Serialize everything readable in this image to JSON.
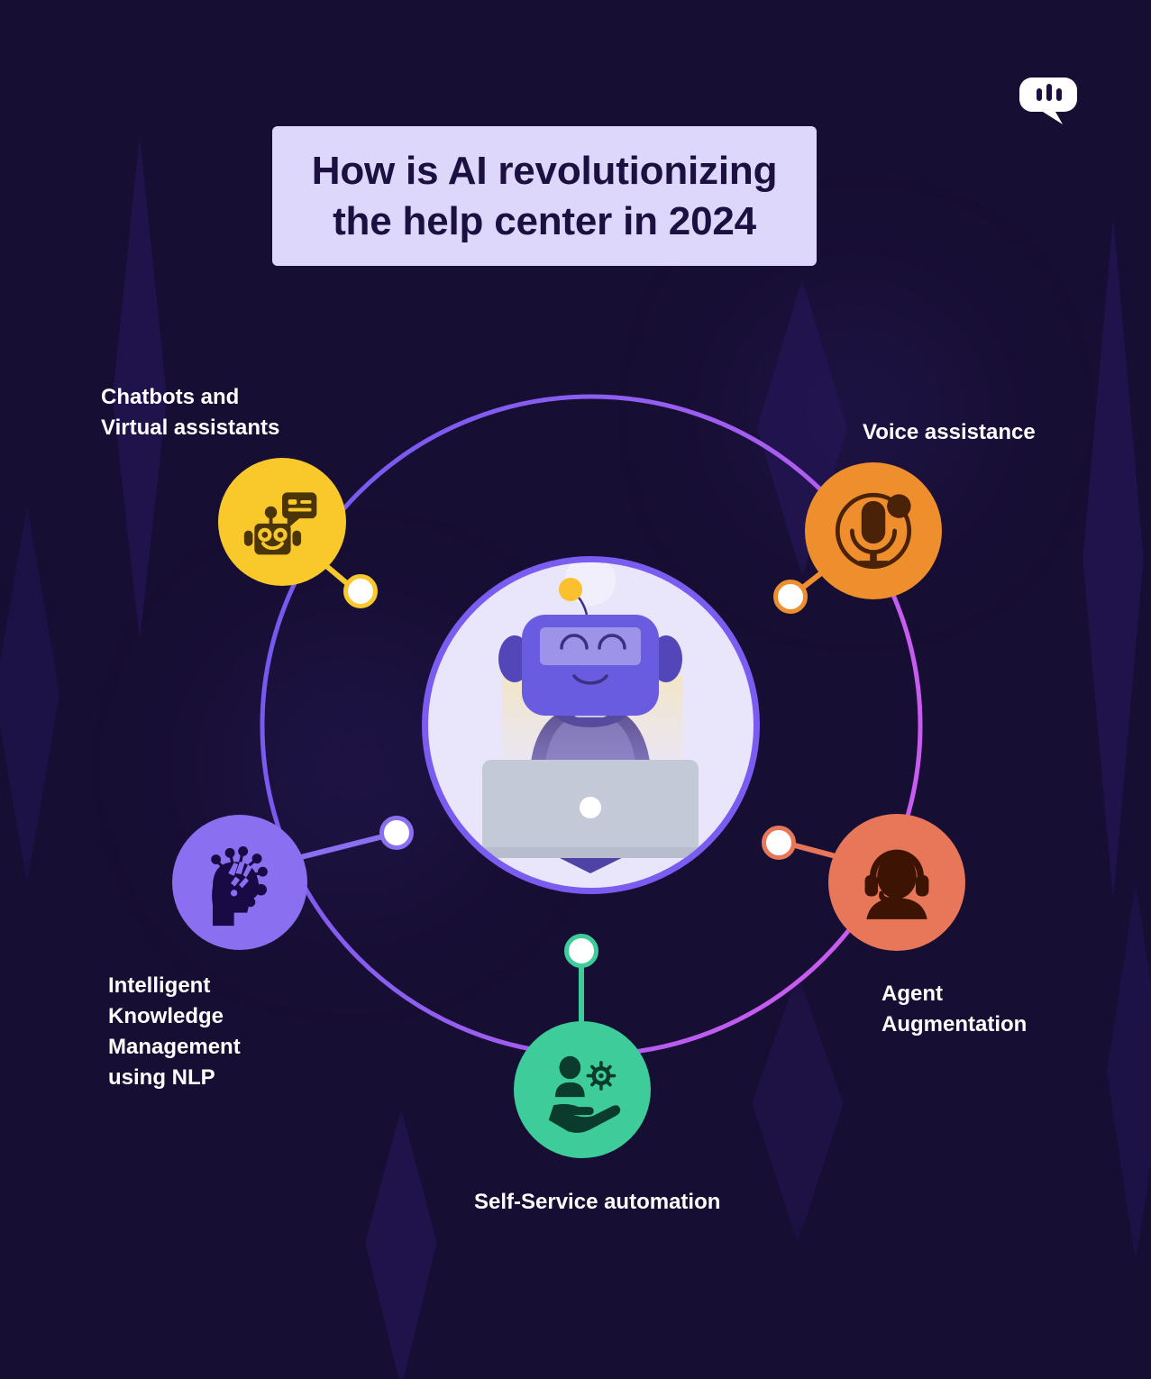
{
  "page": {
    "background_color": "#170e33",
    "title_box_color": "#ddd7fb",
    "title_text_color": "#1b1040"
  },
  "logo": {
    "name": "chat-bubble-logo",
    "color": "#ffffff"
  },
  "header": {
    "title": "How is AI revolutionizing the help center in 2024"
  },
  "center": {
    "illustration": "robot-with-laptop",
    "circle_fill": "#e9e6fb",
    "circle_border": "#7a5cf0"
  },
  "ring": {
    "gradient_start": "#6f57ef",
    "gradient_end": "#c95cf0"
  },
  "nodes": [
    {
      "id": "chatbots",
      "label": "Chatbots and\nVirtual assistants",
      "icon": "robot-chat-icon",
      "circle_color": "#f9c82a",
      "icon_color": "#4a3508",
      "connector_color": "#f9c82a"
    },
    {
      "id": "voice",
      "label": "Voice assistance",
      "icon": "microphone-icon",
      "circle_color": "#ef8e2c",
      "icon_color": "#4a2208",
      "connector_color": "#ef8e2c"
    },
    {
      "id": "nlp",
      "label": "Intelligent\nKnowledge\nManagement\nusing NLP",
      "icon": "brain-network-head-icon",
      "circle_color": "#8a6ff0",
      "icon_color": "#190a45",
      "connector_color": "#8a6ff0"
    },
    {
      "id": "agent",
      "label": "Agent\nAugmentation",
      "icon": "headset-agent-icon",
      "circle_color": "#e8775a",
      "icon_color": "#3d1404",
      "connector_color": "#e8775a"
    },
    {
      "id": "selfservice",
      "label": "Self-Service automation",
      "icon": "hand-person-gear-icon",
      "circle_color": "#3dcc9a",
      "icon_color": "#0b3b2c",
      "connector_color": "#3dcc9a"
    }
  ]
}
